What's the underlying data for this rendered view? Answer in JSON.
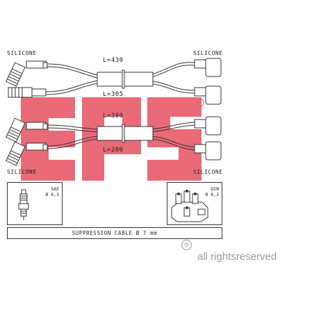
{
  "labels": {
    "silicone_top_left": "SILICONE",
    "silicone_top_right": "SILICONE",
    "silicone_bottom_left": "SILICONE",
    "silicone_bottom_right": "SILICONE"
  },
  "cables": [
    {
      "length": "L=430"
    },
    {
      "length": "L=305"
    },
    {
      "length": "L=380"
    },
    {
      "length": "L=280"
    }
  ],
  "left_box": {
    "line1": "SAE",
    "line2": "Ø 6,3"
  },
  "right_box": {
    "line1": "DIN",
    "line2": "Ø 8,2"
  },
  "suppression": "SUPPRESSION CABLE  Ø  7 mm",
  "watermark": {
    "logo_text": "EPS",
    "registered": "®",
    "rights": "all rightsreserved",
    "color_logo": "#e85a6a",
    "color_rights": "#9a9a9a"
  }
}
